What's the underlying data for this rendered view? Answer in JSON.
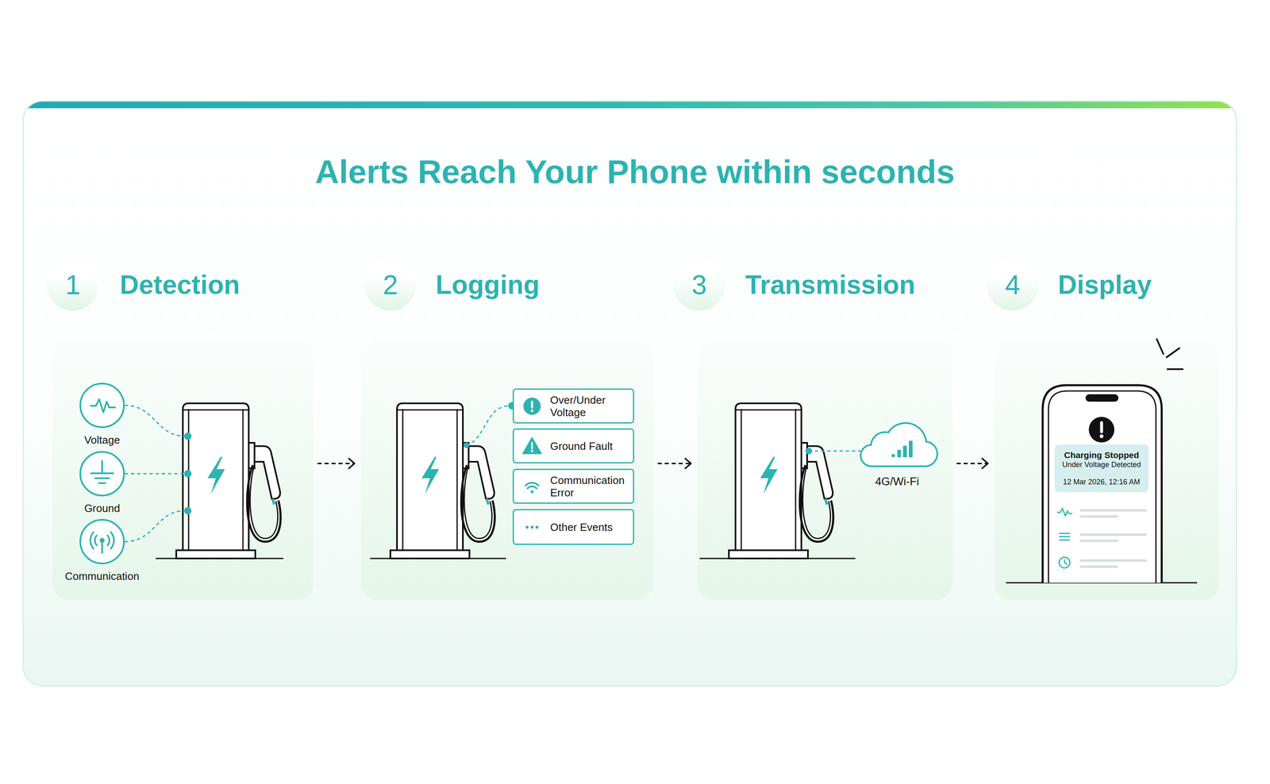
{
  "diagram": {
    "title": "Alerts Reach Your Phone within seconds",
    "nodes": [
      {
        "text": [
          "1"
        ]
      },
      {
        "text": [
          "Detection"
        ]
      },
      {
        "text": [
          "2"
        ]
      },
      {
        "text": [
          "Logging"
        ]
      },
      {
        "text": [
          "3"
        ]
      },
      {
        "text": [
          "Transmission"
        ]
      },
      {
        "text": [
          "4"
        ]
      },
      {
        "text": [
          "Display"
        ]
      },
      {
        "text": [
          "Voltage"
        ],
        "in": 1
      },
      {
        "text": [
          "Ground"
        ],
        "in": 1
      },
      {
        "text": [
          "Communication"
        ],
        "in": 1
      },
      {
        "text": [
          "Over/Under Voltage"
        ],
        "in": 3
      },
      {
        "text": [
          "Ground Fault"
        ],
        "in": 3
      },
      {
        "text": [
          "Communication Error"
        ],
        "in": 3
      },
      {
        "text": [
          "Other Events"
        ],
        "in": 3
      },
      {
        "text": [
          "4G/Wi-Fi"
        ],
        "in": 5
      },
      {
        "text": [
          "Charging Stopped",
          "Under Voltage Detected",
          "12 Mar 2026, 12:16 AM"
        ],
        "in": 7
      }
    ],
    "edges": [
      {
        "from": 1,
        "to": 3,
        "arrow": "to"
      },
      {
        "from": 3,
        "to": 5,
        "arrow": "to"
      },
      {
        "from": 5,
        "to": 7,
        "arrow": "to"
      }
    ]
  }
}
